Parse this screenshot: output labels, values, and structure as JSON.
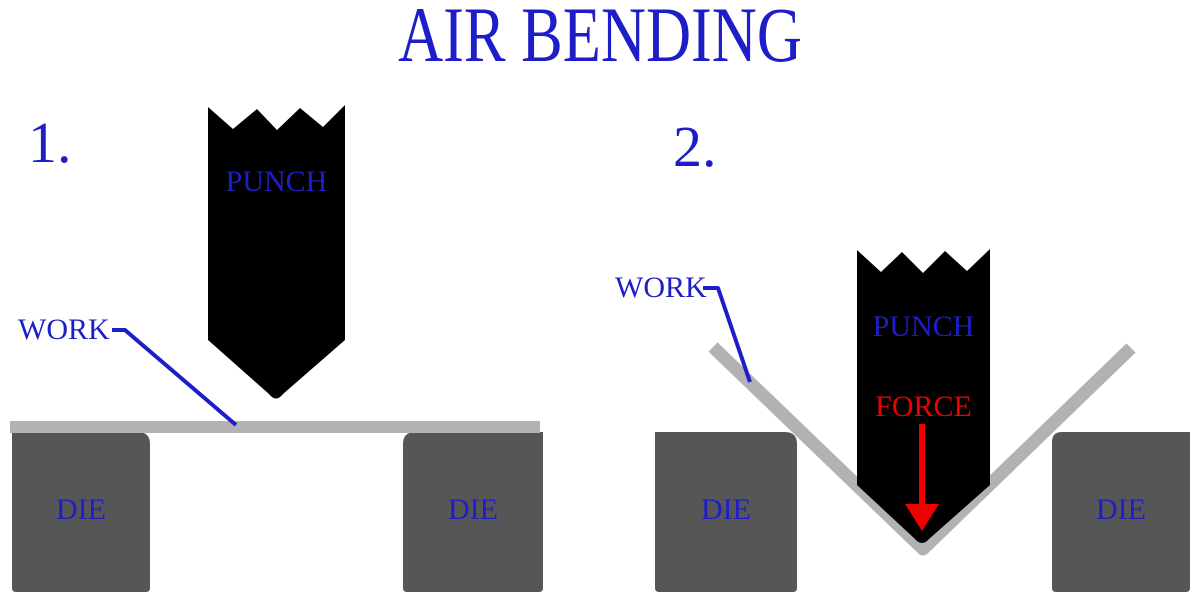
{
  "title": "AIR BENDING",
  "colors": {
    "blue": "#1e1ec8",
    "red": "#ee0000",
    "work_gray": "#b2b2b2",
    "die_gray": "#565656",
    "punch_black": "#000000",
    "background": "#ffffff"
  },
  "stage1": {
    "number": "1.",
    "punch_label": "PUNCH",
    "work_label": "WORK",
    "die_left_label": "DIE",
    "die_right_label": "DIE"
  },
  "stage2": {
    "number": "2.",
    "punch_label": "PUNCH",
    "work_label": "WORK",
    "force_label": "FORCE",
    "force_arrow_direction": "down",
    "die_left_label": "DIE",
    "die_right_label": "DIE"
  }
}
